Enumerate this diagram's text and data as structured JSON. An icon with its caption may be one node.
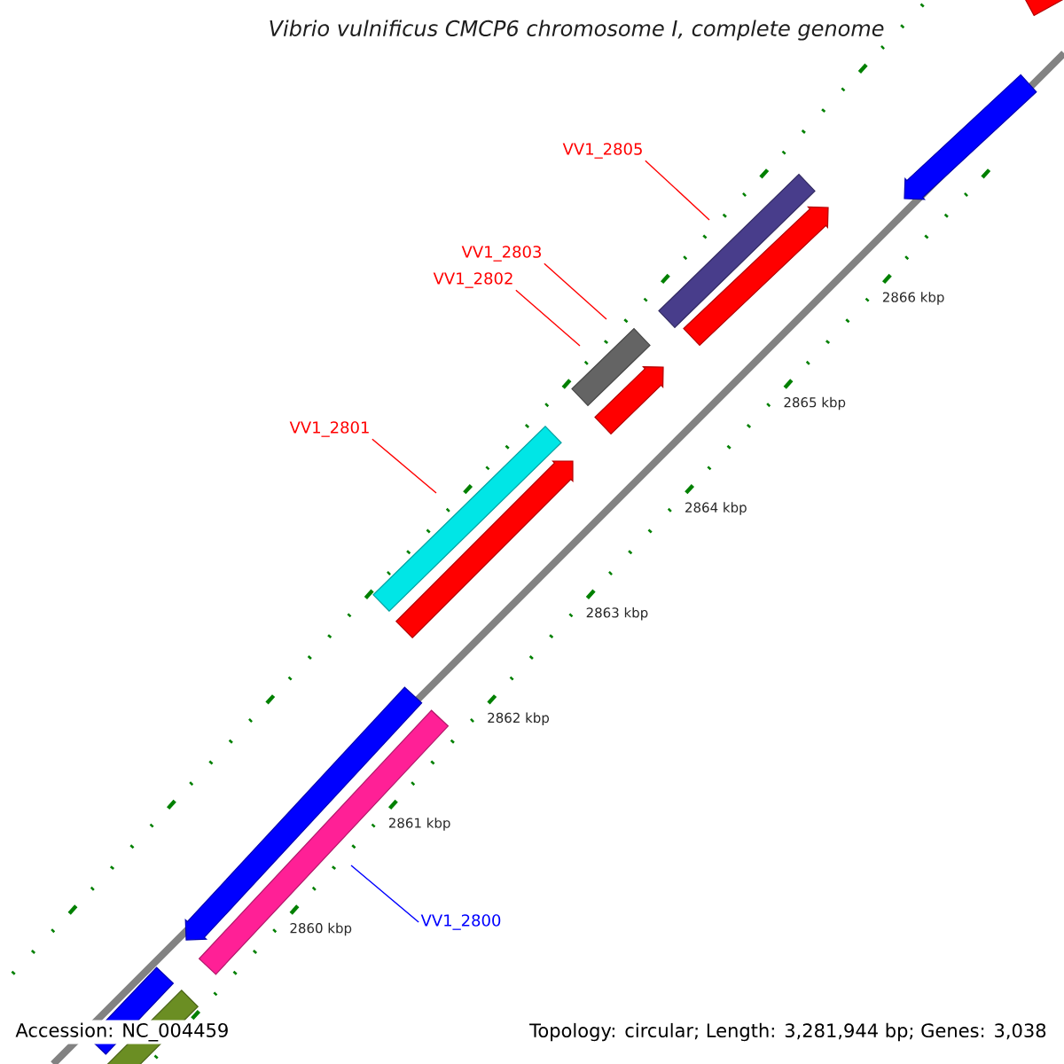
{
  "diagram": {
    "title": "Vibrio vulnificus CMCP6 chromosome I, complete genome",
    "nodes": [
      {
        "text": [
          "VV1_2805"
        ]
      },
      {
        "text": [
          "VV1_2803"
        ]
      },
      {
        "text": [
          "VV1_2802"
        ]
      },
      {
        "text": [
          "VV1_2801"
        ]
      },
      {
        "text": [
          "VV1_2800"
        ]
      }
    ],
    "edges": [
      {
        "from": 0,
        "to": null,
        "arrow": "none"
      },
      {
        "from": 1,
        "to": null,
        "arrow": "none"
      },
      {
        "from": 2,
        "to": null,
        "arrow": "none"
      },
      {
        "from": 3,
        "to": null,
        "arrow": "none"
      },
      {
        "from": 4,
        "to": null,
        "arrow": "none",
        "color": "#0000ff"
      }
    ],
    "labels": [
      "2866 kbp",
      "2865 kbp",
      "2864 kbp",
      "2863 kbp",
      "2862 kbp",
      "2861 kbp",
      "2860 kbp",
      "Accession: NC_004459",
      "Topology: circular; Length: 3,281,944 bp; Genes: 3,038"
    ]
  }
}
